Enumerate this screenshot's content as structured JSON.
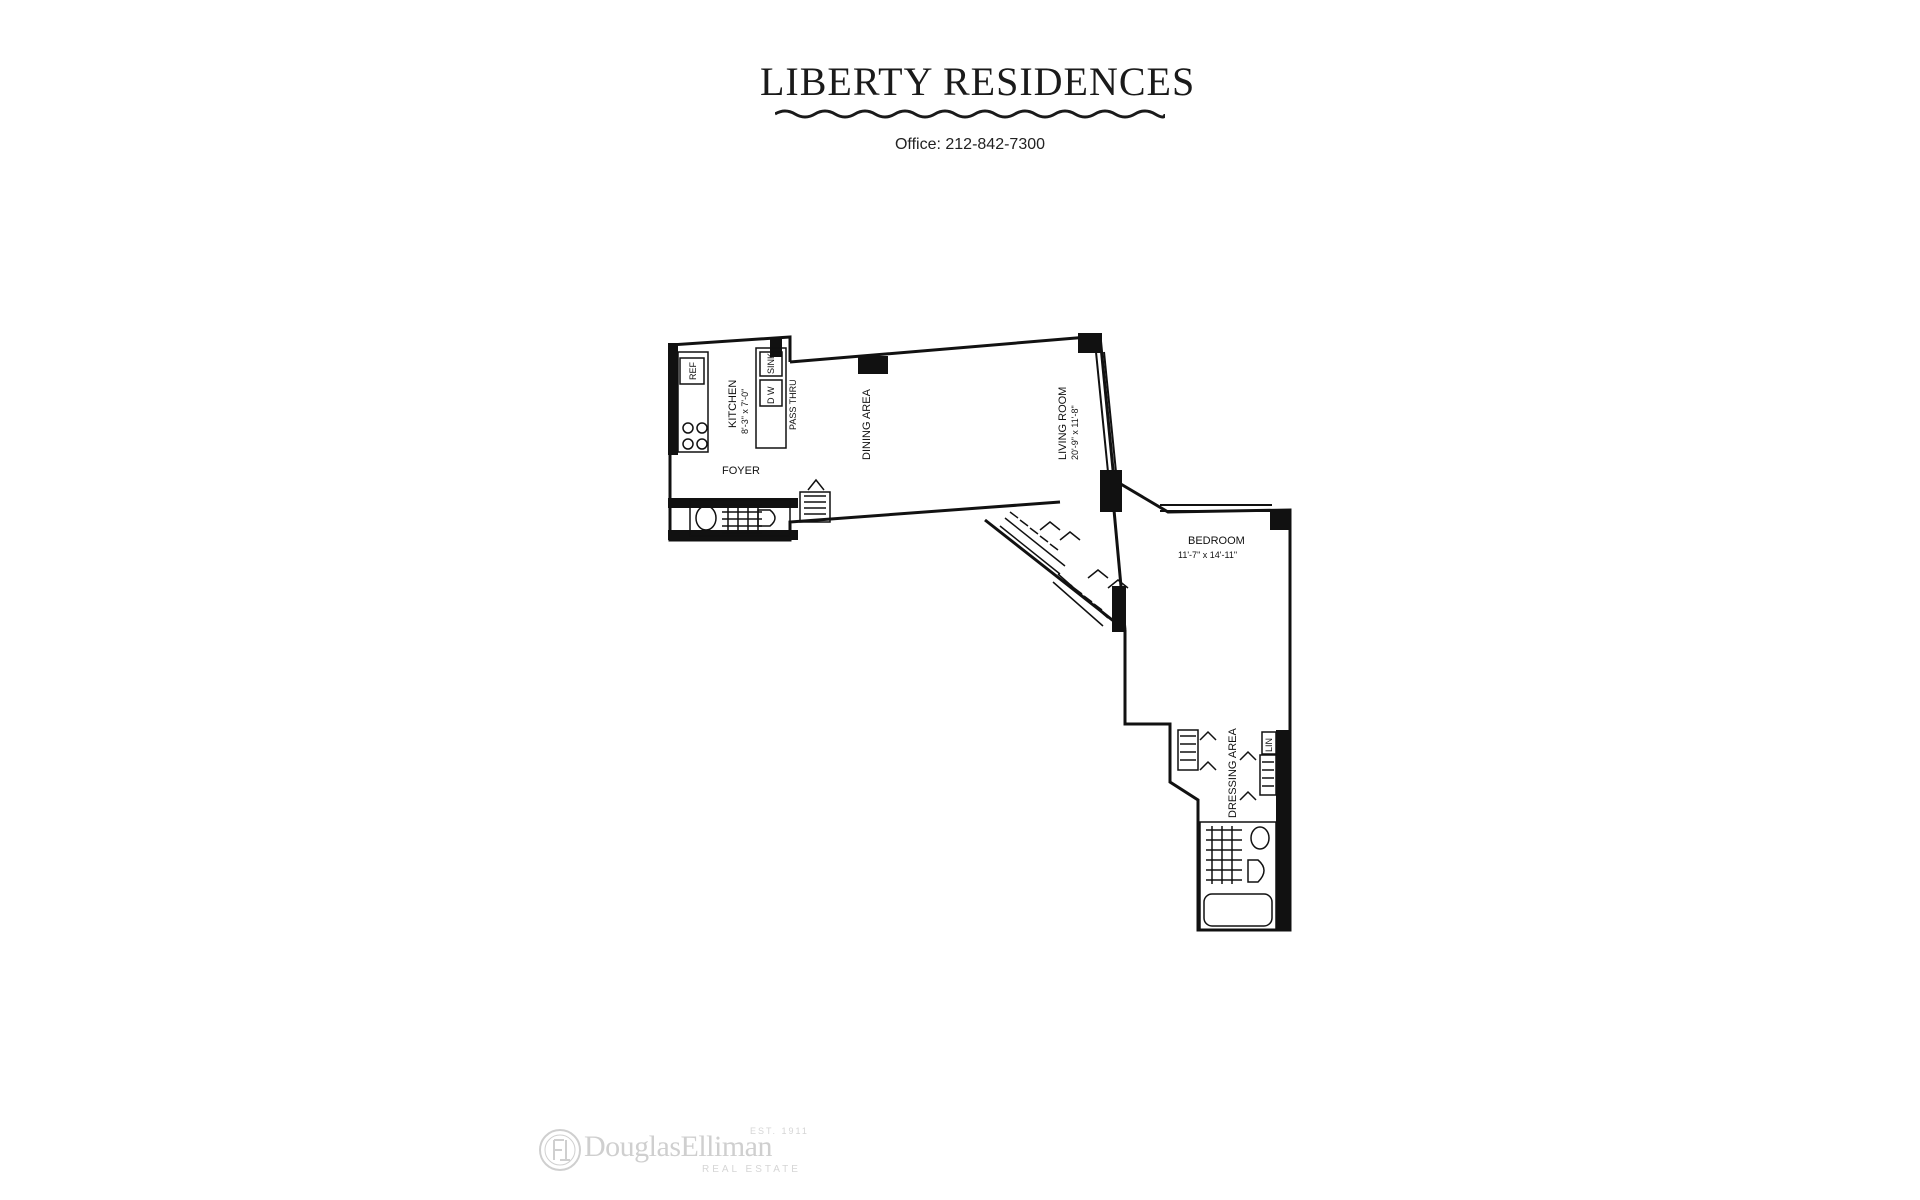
{
  "header": {
    "brand": "LIBERTY RESIDENCES",
    "office": "Office: 212-842-7300"
  },
  "rooms": {
    "kitchen": "KITCHEN",
    "kitchen_dim": "8'-3\" x 7'-0\"",
    "foyer": "FOYER",
    "dining": "DINING AREA",
    "living": "LIVING ROOM",
    "living_dim": "20'-9\" x 11'-8\"",
    "bedroom": "BEDROOM",
    "bedroom_dim": "11'-7\" x 14'-11\"",
    "dressing": "DRESSING AREA"
  },
  "fixtures": {
    "ref": "REF",
    "sink": "SINK",
    "dw": "D W",
    "pass": "PASS THRU",
    "linen": "LIN"
  },
  "watermark": {
    "name": "DouglasElliman",
    "est": "EST. 1911",
    "sub": "REAL ESTATE"
  }
}
